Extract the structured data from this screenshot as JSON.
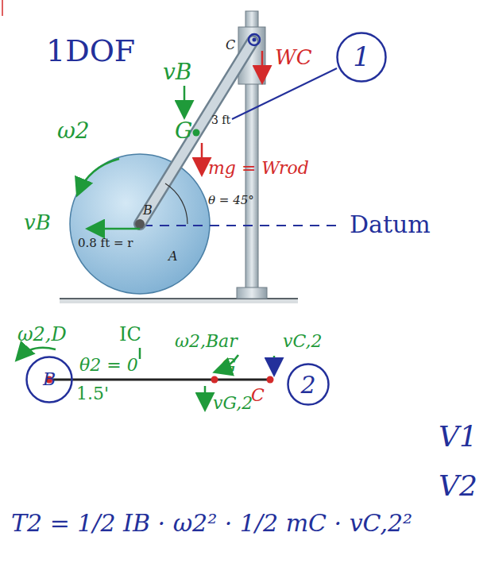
{
  "diagram": {
    "nodes": [
      {
        "text": [
          "1"
        ]
      },
      {
        "text": [
          "B"
        ]
      },
      {
        "text": [
          "2"
        ]
      }
    ],
    "labels": [
      "1DOF",
      "C",
      "3 ft",
      "vB",
      "WC",
      "G",
      "mg = Wrod",
      "θ = 45°",
      "ω2",
      "B",
      "vB",
      "0.8 ft = r",
      "A",
      "Datum",
      "ω2,D",
      "IC",
      "ω2,Bar",
      "vC,2",
      "θ2 = 0",
      "G",
      "1.5'",
      "C",
      "vG,2",
      "V1",
      "V2",
      "T2 = 1/2 IB · ω2² · 1/2 mC · vC,2²"
    ]
  }
}
